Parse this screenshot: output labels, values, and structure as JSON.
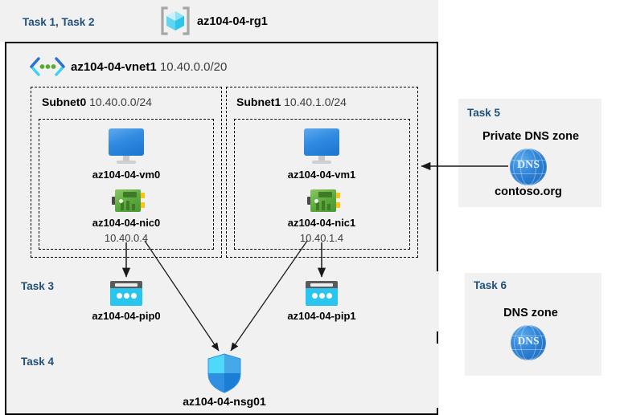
{
  "diagram": {
    "title_bar": {
      "task_label": "Task 1, Task 2",
      "resource_group_icon": "resource-group-cube-icon",
      "resource_group_name": "az104-04-rg1"
    },
    "vnet": {
      "icon": "virtual-network-icon",
      "name": "az104-04-vnet1",
      "cidr": "10.40.0.0/20"
    },
    "subnets": [
      {
        "name": "Subnet0",
        "cidr": "10.40.0.0/24",
        "vm": {
          "icon": "virtual-machine-icon",
          "name": "az104-04-vm0"
        },
        "nic": {
          "icon": "network-interface-icon",
          "name": "az104-04-nic0",
          "ip": "10.40.0.4"
        }
      },
      {
        "name": "Subnet1",
        "cidr": "10.40.1.0/24",
        "vm": {
          "icon": "virtual-machine-icon",
          "name": "az104-04-vm1"
        },
        "nic": {
          "icon": "network-interface-icon",
          "name": "az104-04-nic1",
          "ip": "10.40.1.4"
        }
      }
    ],
    "task3": {
      "task_label": "Task 3",
      "public_ips": [
        {
          "icon": "public-ip-address-icon",
          "name": "az104-04-pip0"
        },
        {
          "icon": "public-ip-address-icon",
          "name": "az104-04-pip1"
        }
      ]
    },
    "task4": {
      "task_label": "Task 4",
      "nsg": {
        "icon": "network-security-group-shield-icon",
        "name": "az104-04-nsg01"
      }
    },
    "task5": {
      "task_label": "Task 5",
      "heading": "Private DNS zone",
      "icon": "dns-globe-icon",
      "icon_label": "DNS",
      "zone_name": "contoso.org"
    },
    "task6": {
      "task_label": "Task 6",
      "heading": "DNS zone",
      "icon": "dns-globe-icon",
      "icon_label": "DNS"
    },
    "colors": {
      "panel_background": "#f1f1f1",
      "page_background": "#ffffff",
      "task_label": "#1f4e79",
      "border": "#000000",
      "vm_blue": "#2f8ae0",
      "nic_green": "#59a93c",
      "nic_yellow": "#ffc20e",
      "pip_cyan": "#29c5ef",
      "dns_blue": "#2f82d6",
      "shield_blue": "#3aa0ea",
      "arrow": "#1a1a1a"
    }
  }
}
